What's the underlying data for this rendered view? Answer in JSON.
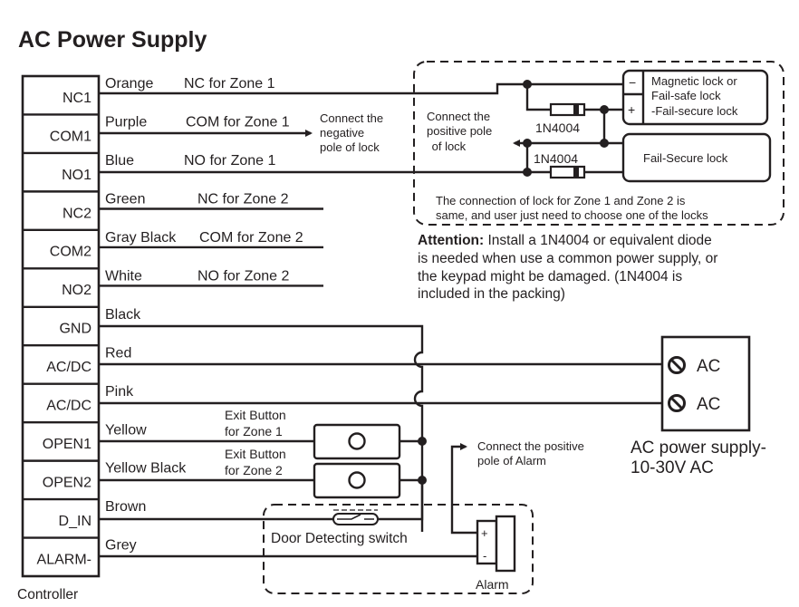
{
  "title": "AC Power Supply",
  "controller": {
    "label": "Controller",
    "terminals": [
      {
        "name": "NC1",
        "wire": "Orange",
        "function": "NC for Zone 1"
      },
      {
        "name": "COM1",
        "wire": "Purple",
        "function": "COM for Zone 1"
      },
      {
        "name": "NO1",
        "wire": "Blue",
        "function": "NO for Zone 1"
      },
      {
        "name": "NC2",
        "wire": "Green",
        "function": "NC for Zone 2"
      },
      {
        "name": "COM2",
        "wire": "Gray Black",
        "function": "COM for Zone 2"
      },
      {
        "name": "NO2",
        "wire": "White",
        "function": "NO for Zone 2"
      },
      {
        "name": "GND",
        "wire": "Black",
        "function": ""
      },
      {
        "name": "AC/DC",
        "wire": "Red",
        "function": ""
      },
      {
        "name": "AC/DC",
        "wire": "Pink",
        "function": ""
      },
      {
        "name": "OPEN1",
        "wire": "Yellow",
        "function": ""
      },
      {
        "name": "OPEN2",
        "wire": "Yellow Black",
        "function": ""
      },
      {
        "name": "D_IN",
        "wire": "Brown",
        "function": ""
      },
      {
        "name": "ALARM-",
        "wire": "Grey",
        "function": ""
      }
    ]
  },
  "lock_section": {
    "negative_note": [
      "Connect the",
      "negative",
      "pole of lock"
    ],
    "positive_note": [
      "Connect  the",
      "positive pole",
      " of lock"
    ],
    "diode_label": "1N4004",
    "magnetic_lock": {
      "lines": [
        "Magnetic lock or",
        "Fail-safe lock",
        "-Fail-secure lock"
      ],
      "minus": "−",
      "plus": "+"
    },
    "fail_secure_lock": "Fail-Secure lock",
    "zone_note": [
      "The connection of lock for Zone 1 and Zone 2 is",
      "same, and user just need to choose one of the locks"
    ]
  },
  "attention": {
    "heading": "Attention:",
    "lines": [
      " Install a 1N4004 or equivalent diode",
      "is needed when use a common power supply, or",
      "the keypad might be damaged. (1N4004 is",
      "included in the packing)"
    ]
  },
  "power_supply": {
    "terminal_label": "AC",
    "caption": [
      "AC power supply-",
      "10-30V AC"
    ]
  },
  "exit_buttons": [
    {
      "lines": [
        "Exit Button",
        "for Zone 1"
      ]
    },
    {
      "lines": [
        "Exit Button",
        "for Zone 2"
      ]
    }
  ],
  "alarm": {
    "note": [
      "Connect the positive",
      "pole of Alarm"
    ],
    "label": "Alarm",
    "plus": "+",
    "minus": "-"
  },
  "door_switch": {
    "label": "Door Detecting switch"
  }
}
